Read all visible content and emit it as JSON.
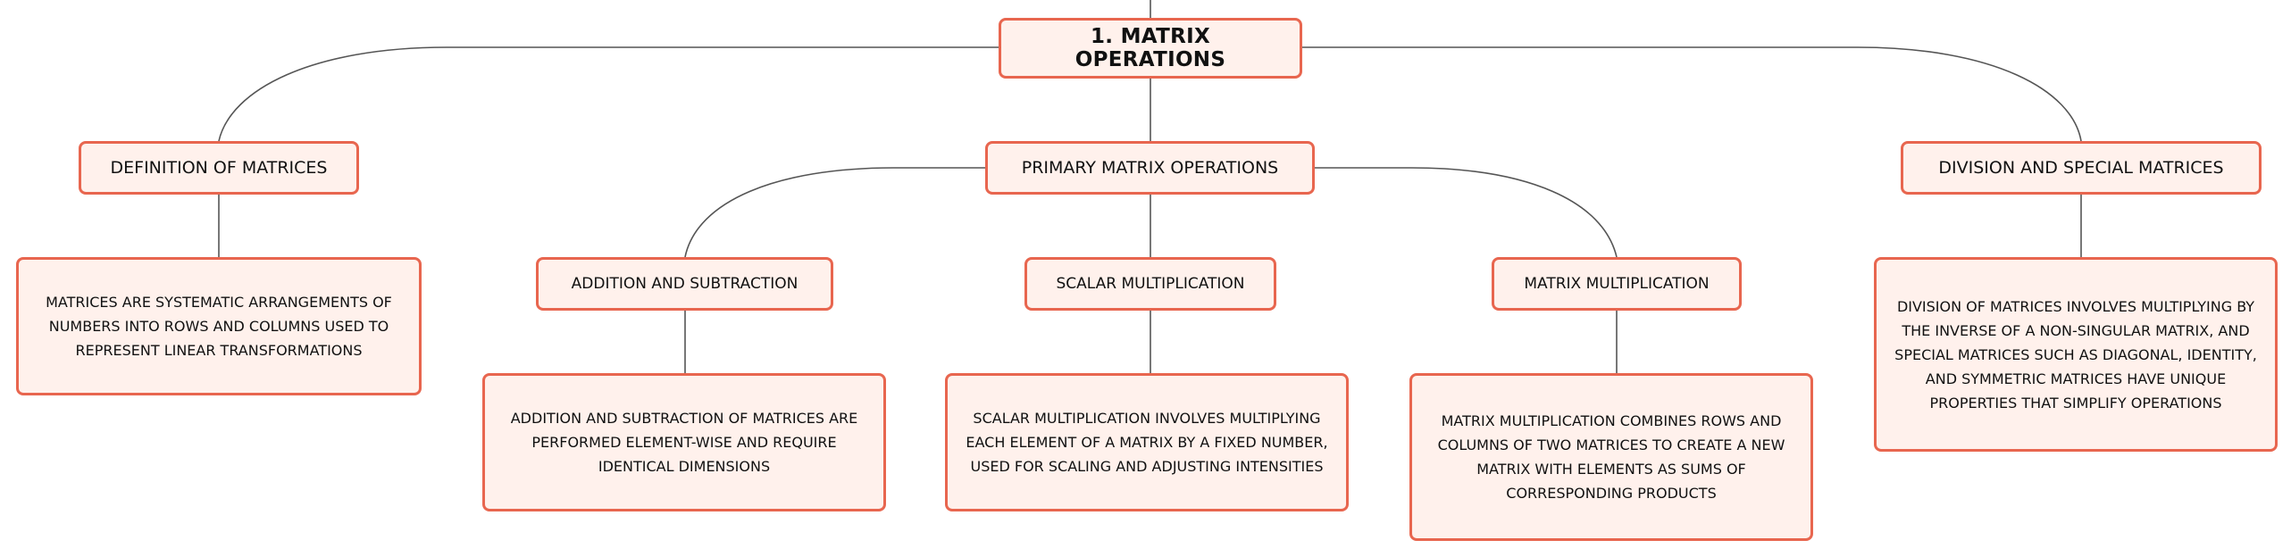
{
  "colors": {
    "node_fill": "#fff1ec",
    "node_border": "#e8664f",
    "connector": "#555555",
    "text": "#111111"
  },
  "root": {
    "label": "1. MATRIX OPERATIONS"
  },
  "branches": {
    "definition": {
      "label": "DEFINITION OF MATRICES",
      "description": "MATRICES ARE SYSTEMATIC ARRANGEMENTS OF NUMBERS INTO ROWS AND COLUMNS USED TO REPRESENT LINEAR TRANSFORMATIONS"
    },
    "primary": {
      "label": "PRIMARY MATRIX OPERATIONS",
      "children": {
        "addition": {
          "label": "ADDITION AND SUBTRACTION",
          "description": "ADDITION AND SUBTRACTION OF MATRICES ARE PERFORMED ELEMENT-WISE AND REQUIRE IDENTICAL DIMENSIONS"
        },
        "scalar": {
          "label": "SCALAR MULTIPLICATION",
          "description": "SCALAR MULTIPLICATION INVOLVES MULTIPLYING EACH ELEMENT OF A MATRIX BY A FIXED NUMBER, USED FOR SCALING AND ADJUSTING INTENSITIES"
        },
        "matrix_mult": {
          "label": "MATRIX MULTIPLICATION",
          "description": "MATRIX MULTIPLICATION COMBINES ROWS AND COLUMNS OF TWO MATRICES TO CREATE A NEW MATRIX WITH ELEMENTS AS SUMS OF CORRESPONDING PRODUCTS"
        }
      }
    },
    "division": {
      "label": "DIVISION AND SPECIAL MATRICES",
      "description": "DIVISION OF MATRICES INVOLVES MULTIPLYING BY THE INVERSE OF A NON-SINGULAR MATRIX, AND SPECIAL MATRICES SUCH AS DIAGONAL, IDENTITY, AND SYMMETRIC MATRICES HAVE UNIQUE PROPERTIES THAT SIMPLIFY OPERATIONS"
    }
  }
}
